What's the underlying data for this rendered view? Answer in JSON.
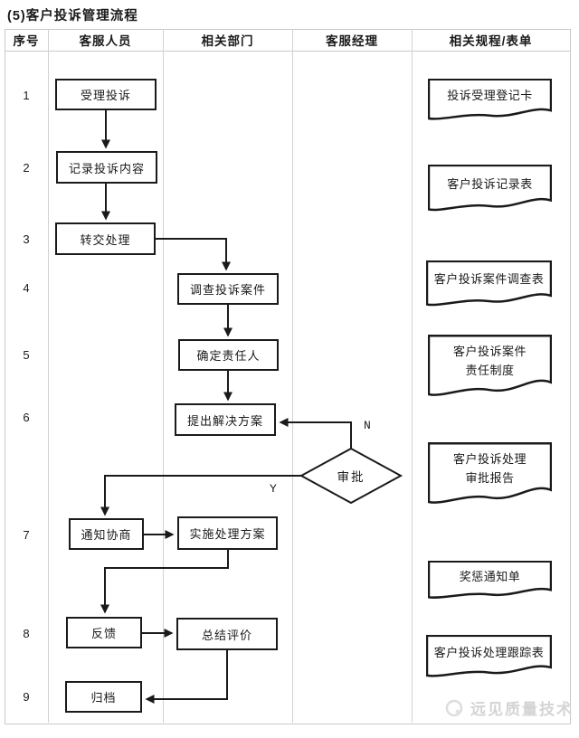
{
  "title": "(5)客户投诉管理流程",
  "table": {
    "headers": [
      "序号",
      "客服人员",
      "相关部门",
      "客服经理",
      "相关规程/表单"
    ]
  },
  "rows": [
    "1",
    "2",
    "3",
    "4",
    "5",
    "6",
    "7",
    "8",
    "9"
  ],
  "steps": {
    "s1": "受理投诉",
    "s2": "记录投诉内容",
    "s3": "转交处理",
    "s4": "调查投诉案件",
    "s5": "确定责任人",
    "s6": "提出解决方案",
    "s7": "通知协商",
    "s7b": "实施处理方案",
    "s8": "反馈",
    "s8b": "总结评价",
    "s9": "归档"
  },
  "decision": {
    "label": "审批",
    "branch_no": "N",
    "branch_yes": "Y"
  },
  "documents": {
    "d1": "投诉受理登记卡",
    "d2": "客户投诉记录表",
    "d3": "客户投诉案件调查表",
    "d4": "客户投诉案件\n责任制度",
    "d5": "客户投诉处理\n审批报告",
    "d6": "奖惩通知单",
    "d7": "客户投诉处理跟踪表"
  },
  "watermark": "远见质量技术",
  "colors": {
    "line": "#1a1a1a",
    "grid": "#c9c9c9",
    "watermark": "#d4d4d4"
  }
}
